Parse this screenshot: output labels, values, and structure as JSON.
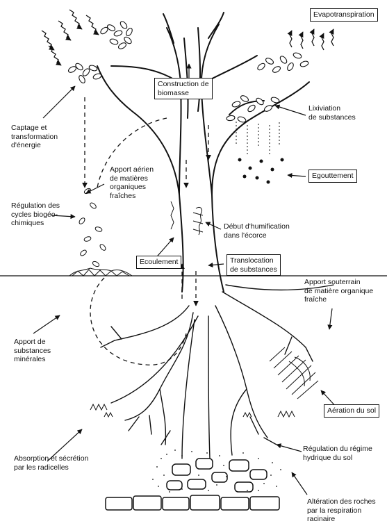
{
  "labels": {
    "evapotranspiration": "Evapotranspiration",
    "construction": [
      "Construction de",
      "biomasse"
    ],
    "lixiviation": [
      "Lixiviation",
      "de substances"
    ],
    "captage": [
      "Captage et",
      "transformation",
      "d'énergie"
    ],
    "egouttement": "Egouttement",
    "apport_aerien": [
      "Apport aérien",
      "de matières",
      "organiques",
      "fraîches"
    ],
    "regulation_cycles": [
      "Régulation des",
      "cycles biogéo-",
      "chimiques"
    ],
    "debut_humification": [
      "Début d'humification",
      "dans l'écorce"
    ],
    "ecoulement": "Ecoulement",
    "translocation": [
      "Translocation",
      "de substances"
    ],
    "apport_souterrain": [
      "Apport souterrain",
      "de matière organique",
      "fraîche"
    ],
    "apport_substances": [
      "Apport de",
      "substances",
      "minérales"
    ],
    "aeration": "Aération du sol",
    "absorption": [
      "Absorption et sécrétion",
      "par les radicelles"
    ],
    "regulation_regime": [
      "Régulation du régime",
      "hydrique du sol"
    ],
    "alteration": [
      "Altération des roches",
      "par la respiration",
      "racinaire"
    ]
  }
}
